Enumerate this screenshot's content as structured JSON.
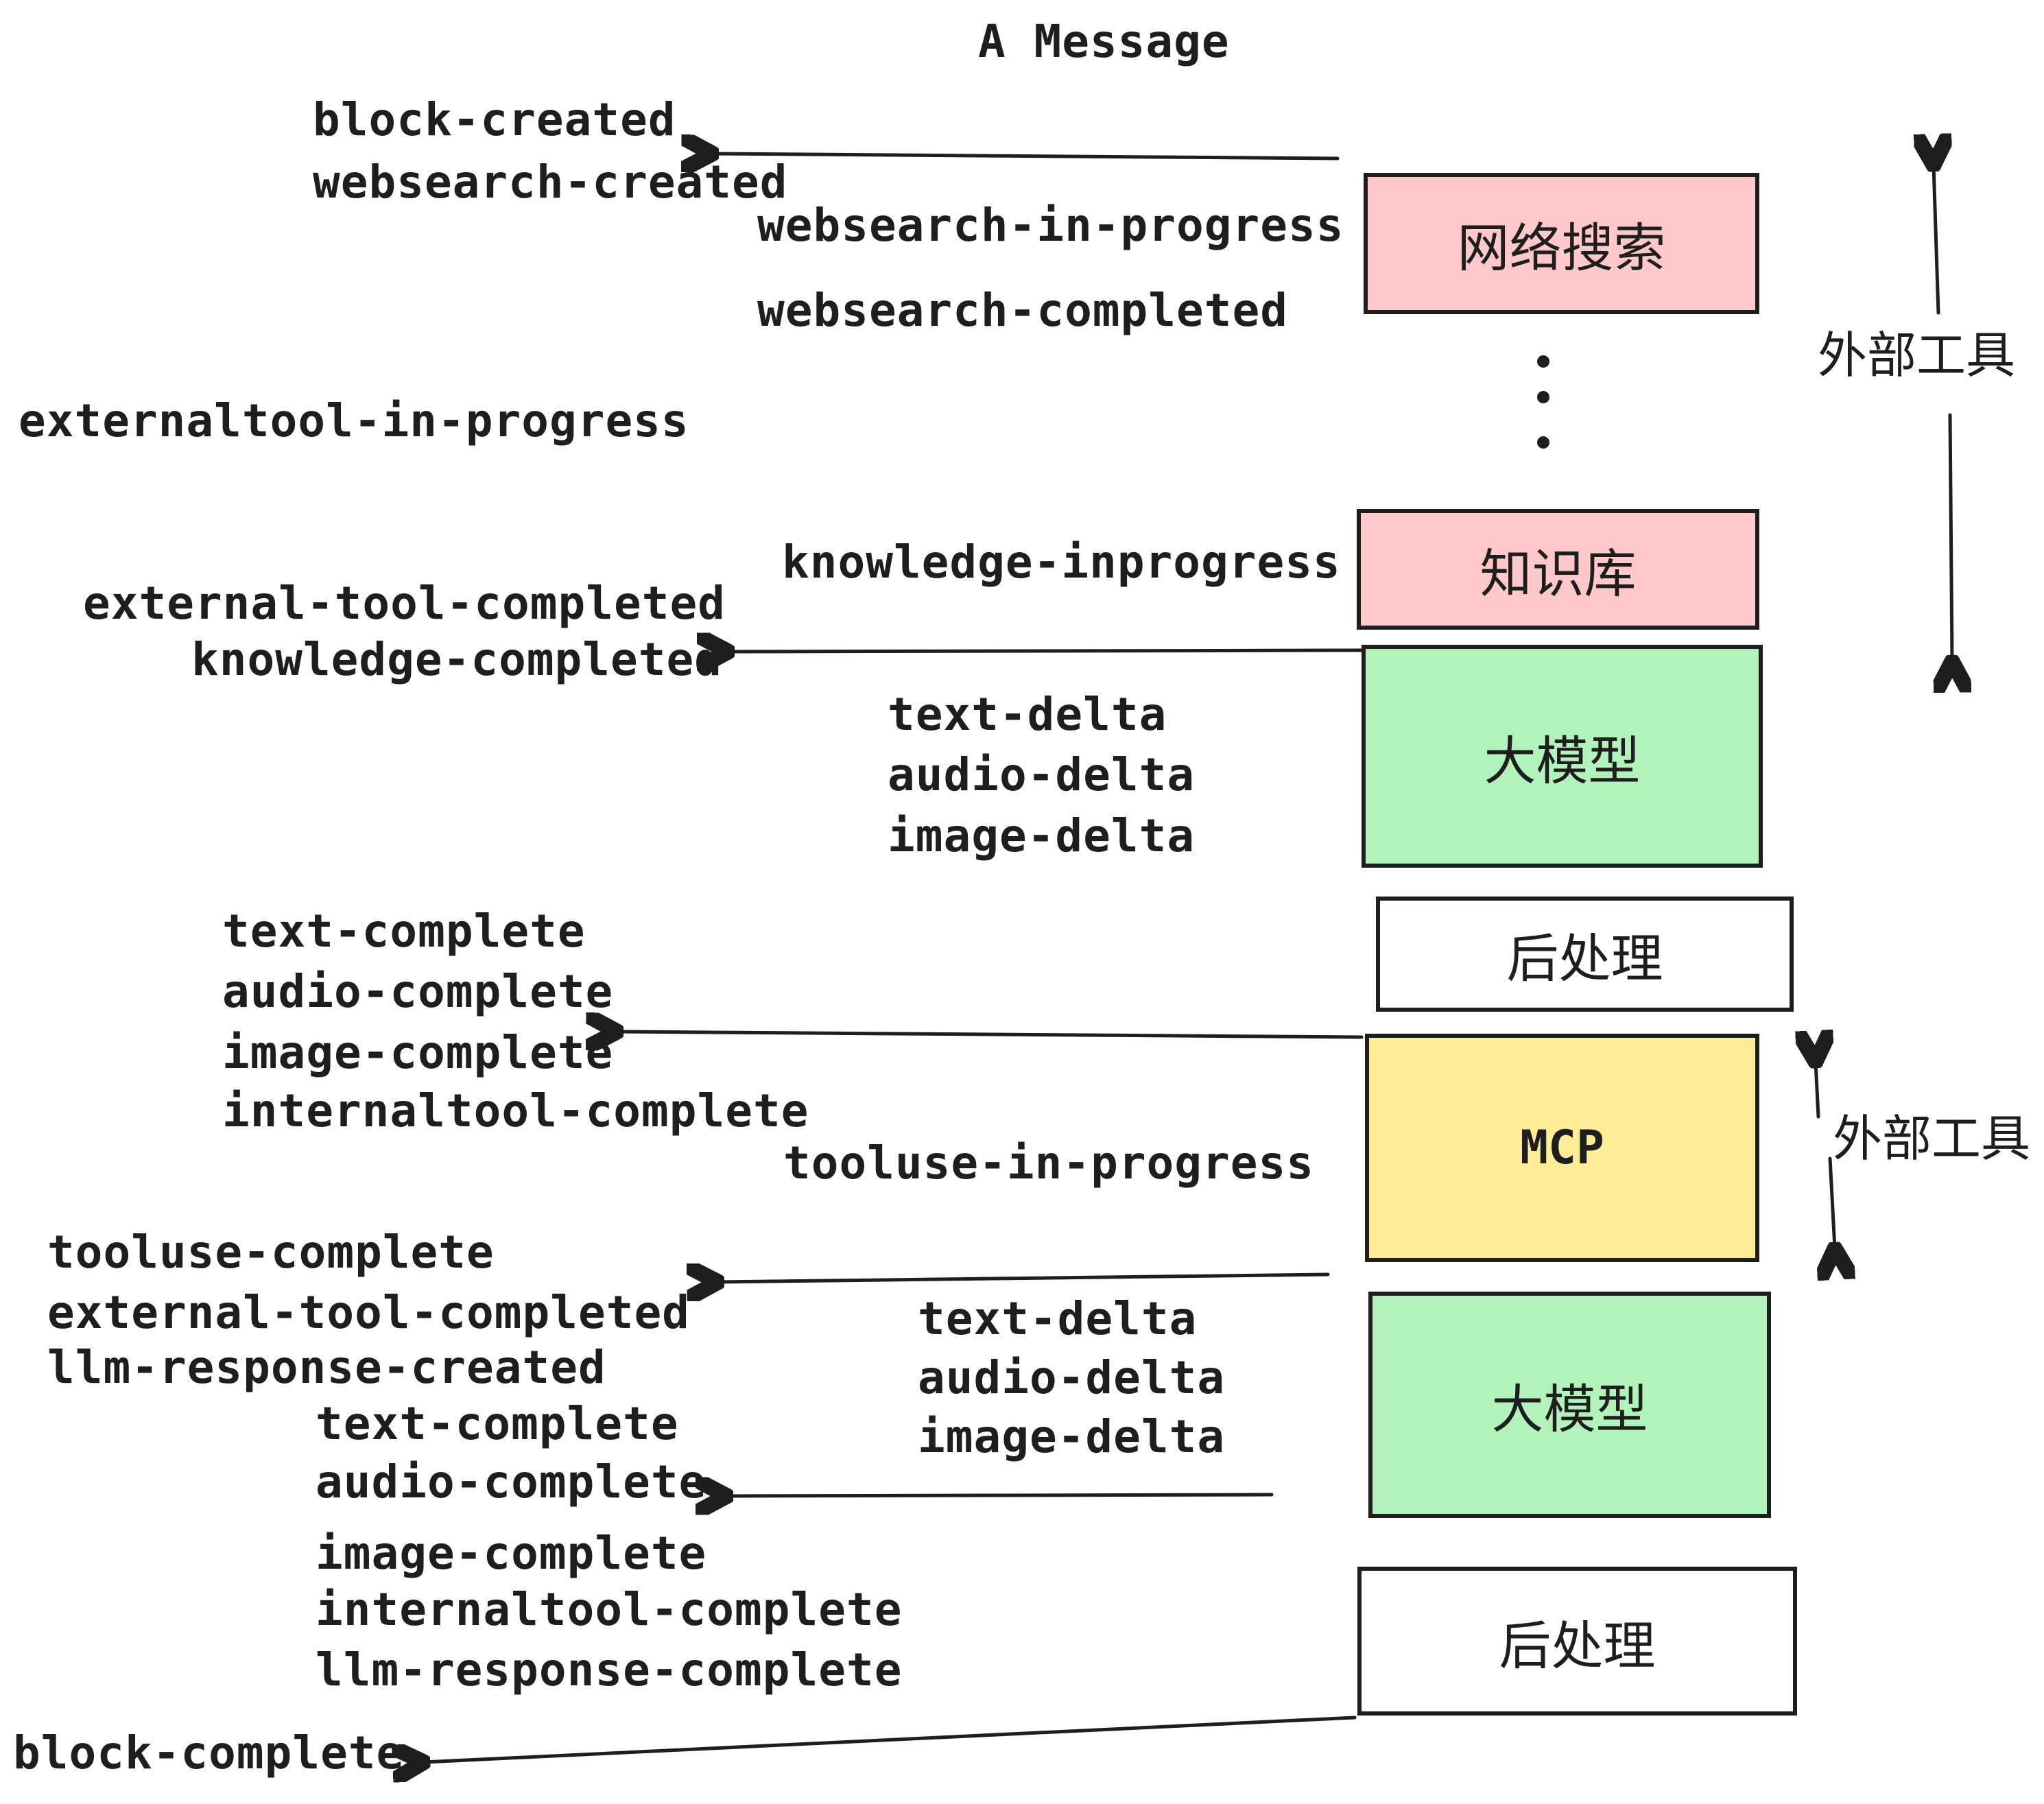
{
  "title": "A Message",
  "colors": {
    "background": "#ffffff",
    "ink": "#1e1e1e",
    "pink_box": "#ffc9c9",
    "green_box": "#b2f2bb",
    "yellow_box": "#ffec99",
    "white_box": "#ffffff"
  },
  "icons": {
    "more_tools_ellipsis": "vertical-ellipsis (three dots)"
  },
  "boxes": {
    "websearch": {
      "label": "网络搜索",
      "color": "#ffc9c9"
    },
    "knowledge": {
      "label": "知识库",
      "color": "#ffc9c9"
    },
    "llm_top": {
      "label": "大模型",
      "color": "#b2f2bb"
    },
    "postprocess_top": {
      "label": "后处理",
      "color": "#ffffff"
    },
    "mcp": {
      "label": "MCP",
      "color": "#ffec99"
    },
    "llm_bottom": {
      "label": "大模型",
      "color": "#b2f2bb"
    },
    "postprocess_bottom": {
      "label": "后处理",
      "color": "#ffffff"
    }
  },
  "side_labels": {
    "external_tools_top": "外部工具",
    "external_tools_mcp": "外部工具"
  },
  "events": {
    "block_created": "block-created",
    "websearch_created": "websearch-created",
    "websearch_in_progress": "websearch-in-progress",
    "websearch_completed": "websearch-completed",
    "externaltool_in_progress": "externaltool-in-progress",
    "knowledge_inprogress": "knowledge-inprogress",
    "external_tool_completed_1": "external-tool-completed",
    "knowledge_completed": "knowledge-completed",
    "text_delta_1": "text-delta",
    "audio_delta_1": "audio-delta",
    "image_delta_1": "image-delta",
    "text_complete_1": "text-complete",
    "audio_complete_1": "audio-complete",
    "image_complete_1": "image-complete",
    "internaltool_complete_1": "internaltool-complete",
    "tooluse_in_progress": "tooluse-in-progress",
    "tooluse_complete": "tooluse-complete",
    "external_tool_completed_2": "external-tool-completed",
    "llm_response_created": "llm-response-created",
    "text_delta_2": "text-delta",
    "audio_delta_2": "audio-delta",
    "image_delta_2": "image-delta",
    "text_complete_2": "text-complete",
    "audio_complete_2": "audio-complete",
    "image_complete_2": "image-complete",
    "internaltool_complete_2": "internaltool-complete",
    "llm_response_complete": "llm-response-complete",
    "block_complete": "block-complete"
  }
}
